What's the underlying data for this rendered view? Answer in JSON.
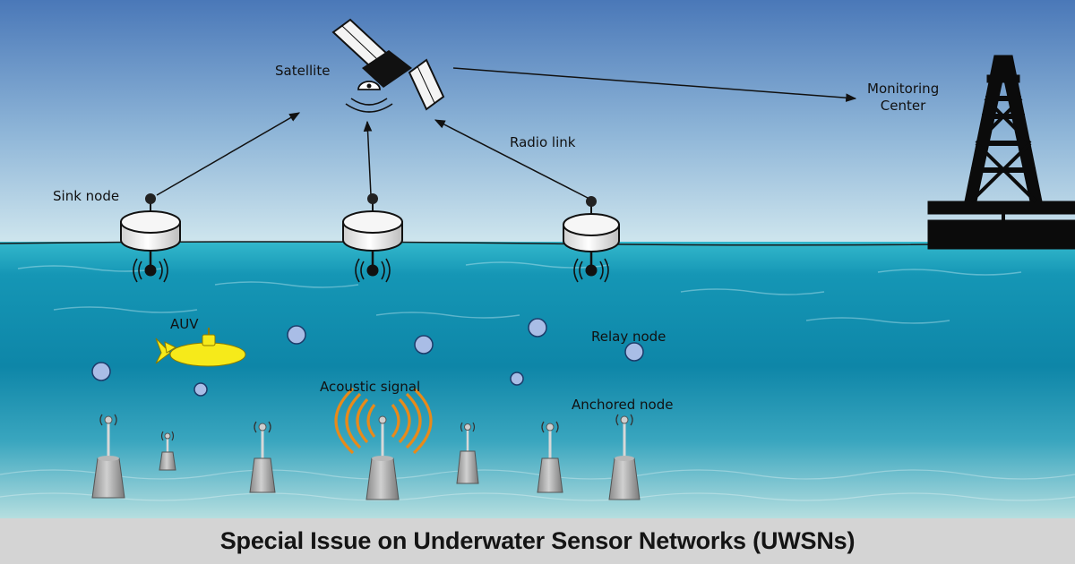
{
  "labels": {
    "satellite": "Satellite",
    "monitoring_center_line1": "Monitoring",
    "monitoring_center_line2": "Center",
    "radio_link": "Radio link",
    "sink_node": "Sink node",
    "auv": "AUV",
    "relay_node": "Relay node",
    "acoustic_signal": "Acoustic signal",
    "anchored_node": "Anchored node"
  },
  "footer": {
    "title": "Special Issue on Underwater Sensor Networks (UWSNs)"
  },
  "colors": {
    "sky_top": "#4a78b8",
    "sky_bottom": "#cfe6ee",
    "water_surface": "#33b8cc",
    "water_deep": "#0d7fa0",
    "seabed": "#b7dfe0",
    "relay_node_fill": "#a9bde6",
    "auv_yellow": "#f6ea1a",
    "acoustic_orange": "#e88a1a",
    "footer_bg": "#d4d4d4"
  }
}
